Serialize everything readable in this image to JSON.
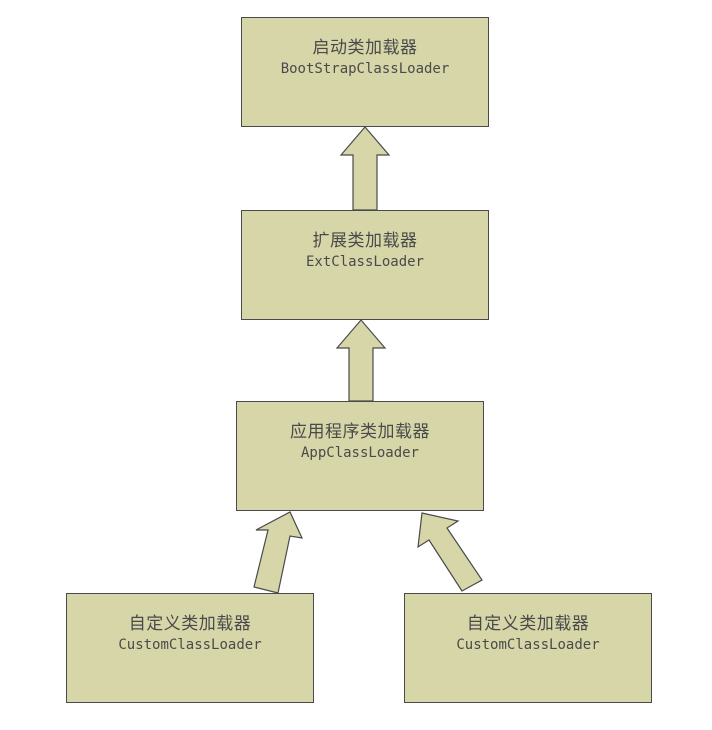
{
  "colors": {
    "box_fill": "#d7d6a9",
    "box_border": "#4a4a4a",
    "arrow_fill": "#d7d6a9",
    "arrow_border": "#4a4a4a",
    "text": "#4a4a4a"
  },
  "nodes": {
    "bootstrap": {
      "cn": "启动类加载器",
      "en": "BootStrapClassLoader"
    },
    "ext": {
      "cn": "扩展类加载器",
      "en": "ExtClassLoader"
    },
    "app": {
      "cn": "应用程序类加载器",
      "en": "AppClassLoader"
    },
    "custom_1": {
      "cn": "自定义类加载器",
      "en": "CustomClassLoader"
    },
    "custom_2": {
      "cn": "自定义类加载器",
      "en": "CustomClassLoader"
    }
  },
  "edges": [
    {
      "from": "ext",
      "to": "bootstrap"
    },
    {
      "from": "app",
      "to": "ext"
    },
    {
      "from": "custom_1",
      "to": "app"
    },
    {
      "from": "custom_2",
      "to": "app"
    }
  ]
}
